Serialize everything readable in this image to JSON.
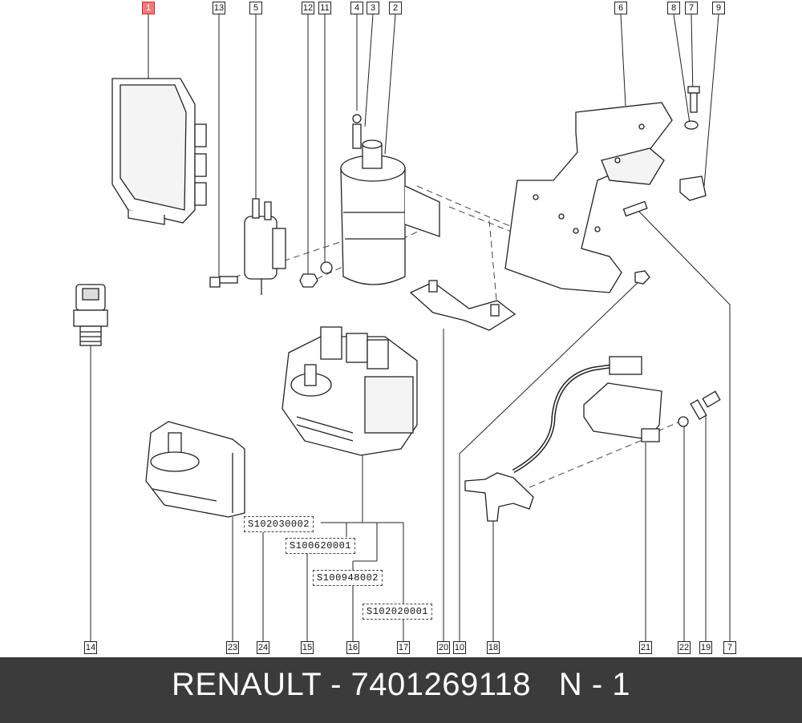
{
  "callouts": {
    "c1": "1",
    "c13": "13",
    "c5": "5",
    "c12": "12",
    "c11": "11",
    "c4": "4",
    "c3": "3",
    "c2": "2",
    "c6": "6",
    "c8": "8",
    "c7top": "7",
    "c9": "9",
    "b14": "14",
    "b23": "23",
    "b24": "24",
    "b15": "15",
    "b16": "16",
    "b17": "17",
    "b20": "20",
    "b10": "10",
    "b18": "18",
    "b21": "21",
    "b22": "22",
    "b19": "19",
    "b7": "7"
  },
  "highlighted_callout": "1",
  "reference_codes": {
    "r1": "S102030002",
    "r2": "S100620001",
    "r3": "S100948002",
    "r4": "S102020001"
  },
  "footer": {
    "text": "RENAULT - 7401269118   N - 1",
    "background": "#3b3b3b",
    "color": "#ffffff"
  },
  "colors": {
    "highlight": "#f07a7a",
    "line": "#222222"
  }
}
